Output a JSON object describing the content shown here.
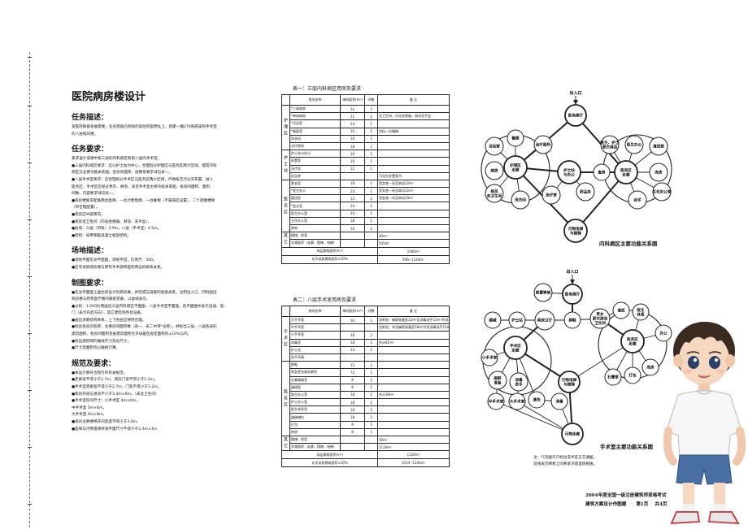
{
  "title": "医院病房楼设计",
  "sections": [
    {
      "heading": "任务描述：",
      "lines": [
        {
          "t": "某医院根据发展需要，在名南角已拆除的旧住院部原址上，新建一幢270张病床和手术室",
          "ind": false
        },
        {
          "t": "的八层病房楼。",
          "ind": false
        }
      ]
    },
    {
      "heading": "任务要求：",
      "lines": [
        {
          "t": "要求设计该楼中第三层的内科病区和第八层的手术室。",
          "ind": false
        },
        {
          "t": "●三层内科病区要求：应以护士站为中心，合理划分护理区与医务区两大区域，使其内科",
          "ind": false
        },
        {
          "t": "病区与主要功能关系图。各房间面积、层数等要求详见表一。",
          "ind": false
        },
        {
          "t": "●八层手术室要求：应合理划分手术区与医务区两大区域，严格按洁污分流布置。进入",
          "ind": false
        },
        {
          "t": "医务区、手术区应经过更衣、淋浴、详见手术室主要功能关系图，各房间面积、面积、",
          "ind": false
        },
        {
          "t": "间数、内容要求详见表一。",
          "ind": false
        },
        {
          "t": "●病房楼要求配备两台医梯，一台污物电梯，一台餐梯（不属病区设置），二个疏散楼梯",
          "ind": false
        },
        {
          "t": "（带合理配置）。",
          "ind": false
        },
        {
          "t": "●病房应中部南向。",
          "ind": false
        },
        {
          "t": "●病房含卫生间（内设坐便器、淋浴、洗手盆）。",
          "ind": false
        },
        {
          "t": "●层高：三层（内科）3.9m，八层（手术室）4.5m。",
          "ind": false
        },
        {
          "t": "●结构：采用钢筋混凝土框架结构。",
          "ind": false
        }
      ]
    },
    {
      "heading": "场地描述：",
      "lines": [
        {
          "t": "●场地平面见总平面图，场地平坦，比例尺：500。",
          "ind": false
        },
        {
          "t": "●应考虑新病房楼与原有手术部和医院周边的联系关系。",
          "ind": false
        }
      ]
    },
    {
      "heading": "制图要求：",
      "lines": [
        {
          "t": "●在总平面图上画出新设计的病房楼，并完成与道路的连接关系，注明出入口，同时画出",
          "ind": false
        },
        {
          "t": "病房楼与原有医疗楼的联系走廊，以虚线表示。",
          "ind": false
        },
        {
          "t": "●分别：1:500比例画出三层内科病区平面图、八层手术室平面图，各平面图中表示出墙、窗、",
          "ind": false
        },
        {
          "t": "门（表示开启方向），其它建筑构件及设备。",
          "ind": false
        },
        {
          "t": "●画出承重结构体系，上下各层应保持合理。",
          "ind": false
        },
        {
          "t": "●标出各房间名称，主要房间面积数（表一、表二中带*号者），并标出三层、八层各层的",
          "ind": false
        },
        {
          "t": "建筑面积，各房间面积及层建筑面积允许误差在规定面积的±10%以内。",
          "ind": false
        },
        {
          "t": "●标出建筑物的轴线尺寸及总尺寸。",
          "ind": false
        },
        {
          "t": "●尺寸及面积均以轴线计算。",
          "ind": false
        }
      ]
    },
    {
      "heading": "规范及要求：",
      "lines": [
        {
          "t": "●本设计要符合现行的有关规范。",
          "ind": false
        },
        {
          "t": "●走廊宽不得小于2.7m，病房门宽不得小于1.2m。",
          "ind": false
        },
        {
          "t": "●手术室走廊宽不得小于2.7m，门宽不得小于1.2m。",
          "ind": false
        },
        {
          "t": "●病房开间与进深不小于3.4m×6m，（未含卫生间）",
          "ind": false
        },
        {
          "t": "●手术室房间尺寸：小手术室    4m×6m，",
          "ind": false
        },
        {
          "t": "                   中手术室      5m×6m，",
          "ind": false
        },
        {
          "t": "                   大手术室      6m×8m，",
          "ind": false
        },
        {
          "t": "●病房主要楼梯开间宽度不得小于3.6m。",
          "ind": false
        },
        {
          "t": "●医梯与污物电梯井道平面尺寸不得小于2.4m×3m",
          "ind": false
        }
      ]
    }
  ],
  "table1": {
    "caption": "表一：三层内科病区用房及要求",
    "headers": [
      "房间名称",
      "单间面积(m²)",
      "间数",
      "备    注"
    ],
    "groups": [
      {
        "label": "护理区",
        "rows": [
          [
            "*三床病房",
            "32",
            "2",
            ""
          ],
          [
            "*单床病房",
            "21",
            "2",
            "含卫生间，内设坐便器，淋浴及手盆"
          ],
          [
            "*活动室",
            "24",
            "1",
            ""
          ],
          [
            "*餐厨室",
            "10",
            "1",
            "包括一台餐梯"
          ],
          [
            "洗衣间",
            "10",
            "1",
            ""
          ],
          [
            "治疗厕所",
            "18",
            "1",
            ""
          ]
        ]
      },
      {
        "label": "护士站",
        "rows": [
          [
            "护士站与办公",
            "30",
            "1",
            ""
          ],
          [
            "处置室",
            "16",
            "1",
            ""
          ],
          [
            "治疗室",
            "12",
            "1",
            ""
          ],
          [
            "药品库",
            "",
            "",
            "可设在处置室内"
          ]
        ]
      },
      {
        "label": "医务区",
        "rows": [
          [
            "更衣室",
            "18",
            "1",
            "男女各一间及淋浴12m²"
          ],
          [
            "*医生办公",
            "24",
            "1",
            "男女各一间及淋浴12m²"
          ],
          [
            "值班室",
            "12",
            "2",
            "男女各一间及淋浴10m²"
          ],
          [
            "*会诊室",
            "24",
            "1",
            ""
          ],
          [
            "医生办公室",
            "24",
            "1",
            ""
          ],
          [
            "主任办公室",
            "18",
            "1",
            ""
          ],
          [
            "库房",
            "16",
            "1",
            ""
          ]
        ]
      },
      {
        "label": "其它",
        "rows": [
          [
            "楼梯、前室",
            "",
            "",
            "40m²"
          ],
          [
            "交通面积（走廊、楼梯、电梯）",
            "",
            "",
            "505m²"
          ]
        ]
      }
    ],
    "sums": [
      [
        "本层建筑面积(m²)",
        "1040m²"
      ],
      [
        "允许误差建筑面积±10%",
        "936~1144m²"
      ]
    ]
  },
  "table2": {
    "caption": "表二：八层手术室用房及要求",
    "headers": [
      "房间名称",
      "单间面积(m²)",
      "间数",
      "备    注"
    ],
    "groups": [
      {
        "label": "手术区",
        "rows": [
          [
            "大手术室",
            "30",
            "1",
            "含附加：麻醉准备室12m²及消毒洗手12m²共用12m²"
          ],
          [
            "中手术室",
            "",
            "",
            "含附加：并设麻醉准备室18m²共用消毒洗手12m²"
          ],
          [
            "小手术室",
            "18",
            "2",
            ""
          ],
          [
            "消毒室",
            "18",
            "1",
            "共计81m²"
          ],
          [
            "护士站",
            "14",
            "1",
            ""
          ],
          [
            "洗手消毒",
            "",
            "",
            ""
          ]
        ]
      },
      {
        "label": "医务区",
        "rows": [
          [
            "换鞋",
            "12",
            "1",
            ""
          ],
          [
            "男女更衣淋浴厕所",
            "72",
            "1",
            ""
          ],
          [
            "石膏器械室",
            "8",
            "1",
            ""
          ],
          [
            "器械室",
            "8",
            "1",
            ""
          ],
          [
            "医生办公室",
            "18",
            "2",
            "共计36m²"
          ],
          [
            "护士办公室",
            "18",
            "1",
            ""
          ],
          [
            "医生休息室",
            "18",
            "1",
            ""
          ],
          [
            "器械储存",
            "18",
            "1",
            ""
          ],
          [
            "打包",
            "9",
            "1",
            ""
          ],
          [
            "库房",
            "8",
            "1",
            ""
          ]
        ]
      },
      {
        "label": "其它",
        "rows": [
          [
            "楼梯、前室",
            "",
            "",
            "40m²"
          ],
          [
            "交通面积（走廊、楼梯、电梯）",
            "",
            "",
            "1120m²"
          ]
        ]
      }
    ],
    "sums": [
      [
        "本层建筑面积(m²)",
        "1120m²"
      ],
      [
        "允许误差建筑面积±10%",
        "1013~1240m²"
      ]
    ]
  },
  "diagram1": {
    "caption": "内科病区主要功能关系图",
    "entrance": "出入口",
    "nodes": {
      "elevator": "医电梯厅",
      "activity": "活动室",
      "meal": "餐厨",
      "patient": "病房",
      "nurse_zone": "护理区\n走廊",
      "patient_wc": "病员\n含卫生间",
      "wash": "洗衣间",
      "toilet": "治疗厕所",
      "nurse": "护士站\n与办公",
      "treat": "治疗室",
      "drug": "药品库",
      "gather": "查房",
      "staff": "医生、护士\n更衣淋浴",
      "work": "医务区\n走廊",
      "doctor": "医生办公",
      "duty": "值班室",
      "store": "库房",
      "consult": "会诊",
      "chief": "主任办公室",
      "dirty": "污物电梯\n与楼梯"
    }
  },
  "diagram2": {
    "caption": "手术室主要功能关系图",
    "entrance": "出入口",
    "note_lines": [
      "注：气流图示只标出洗手室与交通图，",
      "双线表示两者之间要紧邻或直接相通。"
    ],
    "nodes": {
      "elevator": "医电梯厅",
      "family": "家属等候",
      "sink": "器械",
      "nurse": "护士站",
      "change": "换床过厅",
      "shoe": "换鞋",
      "lounge": "男女\n更衣淋浴\n卫生间",
      "rest": "值班",
      "lib": "医生\n休息",
      "work": "医务区\n走廊",
      "doc": "办公",
      "surg_zone": "手术区\n走廊",
      "small": "小手术室",
      "anes": "麻醉\n准备",
      "scrub": "消毒\n洗手",
      "dirty_el": "污物电梯\n与楼梯",
      "plaster": "石膏室",
      "pack": "打包",
      "storage": "库房",
      "mid": "中手术室",
      "big": "大手术室",
      "wash": "清洗",
      "disinfect": "消毒",
      "dirty": "污物走廊"
    }
  },
  "footer": {
    "line1": "2004年度全国一级注册建筑师资格考试",
    "line2_left": "建筑方案设计作图题",
    "line2_mid": "第1页",
    "line2_right": "共4页"
  }
}
